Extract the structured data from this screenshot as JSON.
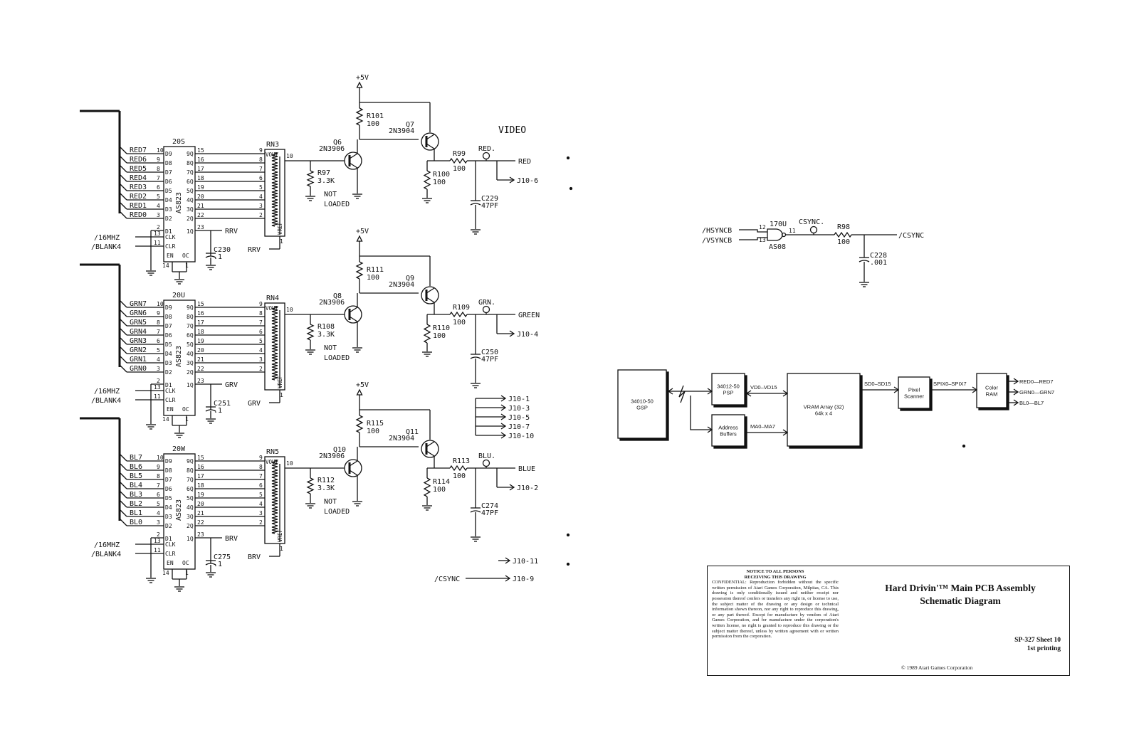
{
  "diagram": {
    "video_label": "VIDEO",
    "supply": "+5V",
    "gnd_note_top": "NOT",
    "gnd_note_bottom": "LOADED",
    "channels": [
      {
        "latch": "20S",
        "latch_type": "AS823",
        "network": "RN3",
        "inputs": [
          "RED7",
          "RED6",
          "RED5",
          "RED4",
          "RED3",
          "RED2",
          "RED1",
          "RED0"
        ],
        "latch_in_pins": [
          "10",
          "9",
          "8",
          "7",
          "6",
          "5",
          "4",
          "3"
        ],
        "latch_in_names": [
          "D9",
          "D8",
          "D7",
          "D6",
          "D5",
          "D4",
          "D3",
          "D2"
        ],
        "latch_out_names": [
          "9Q",
          "8Q",
          "7Q",
          "6Q",
          "5Q",
          "4Q",
          "3Q",
          "2Q"
        ],
        "latch_out_pins": [
          "15",
          "16",
          "17",
          "18",
          "19",
          "20",
          "21",
          "22"
        ],
        "rn_pins": [
          "9",
          "8",
          "7",
          "6",
          "5",
          "4",
          "3",
          "2"
        ],
        "d1_pin": "2",
        "d1_name": "D1",
        "q1_name": "1Q",
        "q1_pin": "23",
        "ref_signal": "RRV",
        "ref_signal_2": "RRV",
        "clk_pin": "13",
        "clk_name": "CLK",
        "clk_signal": "/16MHZ",
        "clr_pin": "11",
        "clr_name": "CLR",
        "clr_signal": "/BLANK4",
        "en_name": "EN",
        "oc_name": "OC",
        "en_pin": "14",
        "oc_pin": "1",
        "vout": "VOUT",
        "vout_pin": "10",
        "vref": "VREF",
        "vref_pin": "1",
        "cap_ref": "C230",
        "cap_ref_val": ".1",
        "q_pnp": "Q6",
        "pnp_type": "2N3906",
        "q_npn": "Q7",
        "npn_type": "2N3904",
        "r_top": "R101",
        "r_top_val": "100",
        "r_base": "R97",
        "r_base_val": "3.3K",
        "r_emit": "R100",
        "r_emit_val": "100",
        "r_ser": "R99",
        "r_ser_val": "100",
        "test": "RED.",
        "out": "RED",
        "conn": "J10-6",
        "cap_out": "C229",
        "cap_out_val": "47PF"
      },
      {
        "latch": "20U",
        "latch_type": "AS823",
        "network": "RN4",
        "inputs": [
          "GRN7",
          "GRN6",
          "GRN5",
          "GRN4",
          "GRN3",
          "GRN2",
          "GRN1",
          "GRN0"
        ],
        "latch_in_pins": [
          "10",
          "9",
          "8",
          "7",
          "6",
          "5",
          "4",
          "3"
        ],
        "latch_in_names": [
          "D9",
          "D8",
          "D7",
          "D6",
          "D5",
          "D4",
          "D3",
          "D2"
        ],
        "latch_out_names": [
          "9Q",
          "8Q",
          "7Q",
          "6Q",
          "5Q",
          "4Q",
          "3Q",
          "2Q"
        ],
        "latch_out_pins": [
          "15",
          "16",
          "17",
          "18",
          "19",
          "20",
          "21",
          "22"
        ],
        "rn_pins": [
          "9",
          "8",
          "7",
          "6",
          "5",
          "4",
          "3",
          "2"
        ],
        "d1_pin": "2",
        "d1_name": "D1",
        "q1_name": "1Q",
        "q1_pin": "23",
        "ref_signal": "GRV",
        "ref_signal_2": "GRV",
        "clk_pin": "13",
        "clk_name": "CLK",
        "clk_signal": "/16MHZ",
        "clr_pin": "11",
        "clr_name": "CLR",
        "clr_signal": "/BLANK4",
        "en_name": "EN",
        "oc_name": "OC",
        "en_pin": "14",
        "oc_pin": "1",
        "vout": "VOUT",
        "vout_pin": "10",
        "vref": "VREF",
        "vref_pin": "1",
        "cap_ref": "C251",
        "cap_ref_val": ".1",
        "q_pnp": "Q8",
        "pnp_type": "2N3906",
        "q_npn": "Q9",
        "npn_type": "2N3904",
        "r_top": "R111",
        "r_top_val": "100",
        "r_base": "R108",
        "r_base_val": "3.3K",
        "r_emit": "R110",
        "r_emit_val": "100",
        "r_ser": "R109",
        "r_ser_val": "100",
        "test": "GRN.",
        "out": "GREEN",
        "conn": "J10-4",
        "cap_out": "C250",
        "cap_out_val": "47PF"
      },
      {
        "latch": "20W",
        "latch_type": "AS823",
        "network": "RN5",
        "inputs": [
          "BL7",
          "BL6",
          "BL5",
          "BL4",
          "BL3",
          "BL2",
          "BL1",
          "BL0"
        ],
        "latch_in_pins": [
          "10",
          "9",
          "8",
          "7",
          "6",
          "5",
          "4",
          "3"
        ],
        "latch_in_names": [
          "D9",
          "D8",
          "D7",
          "D6",
          "D5",
          "D4",
          "D3",
          "D2"
        ],
        "latch_out_names": [
          "9Q",
          "8Q",
          "7Q",
          "6Q",
          "5Q",
          "4Q",
          "3Q",
          "2Q"
        ],
        "latch_out_pins": [
          "15",
          "16",
          "17",
          "18",
          "19",
          "20",
          "21",
          "22"
        ],
        "rn_pins": [
          "9",
          "8",
          "7",
          "6",
          "5",
          "4",
          "3",
          "2"
        ],
        "d1_pin": "2",
        "d1_name": "D1",
        "q1_name": "1Q",
        "q1_pin": "23",
        "ref_signal": "BRV",
        "ref_signal_2": "BRV",
        "clk_pin": "13",
        "clk_name": "CLK",
        "clk_signal": "/16MHZ",
        "clr_pin": "11",
        "clr_name": "CLR",
        "clr_signal": "/BLANK4",
        "en_name": "EN",
        "oc_name": "OC",
        "en_pin": "14",
        "oc_pin": "1",
        "vout": "VOUT",
        "vout_pin": "10",
        "vref": "VREF",
        "vref_pin": "1",
        "cap_ref": "C275",
        "cap_ref_val": ".1",
        "q_pnp": "Q10",
        "pnp_type": "2N3906",
        "q_npn": "Q11",
        "npn_type": "2N3904",
        "r_top": "R115",
        "r_top_val": "100",
        "r_base": "R112",
        "r_base_val": "3.3K",
        "r_emit": "R114",
        "r_emit_val": "100",
        "r_ser": "R113",
        "r_ser_val": "100",
        "test": "BLU.",
        "out": "BLUE",
        "conn": "J10-2",
        "cap_out": "C274",
        "cap_out_val": "47PF"
      }
    ],
    "ground_connectors": [
      "J10-1",
      "J10-3",
      "J10-5",
      "J10-7",
      "J10-10"
    ],
    "conn_j10_11": "J10-11",
    "csync_bottom_signal": "/CSYNC",
    "conn_j10_9": "J10-9",
    "sync_section": {
      "in1": "/HSYNCB",
      "in2": "/VSYNCB",
      "pin_a": "12",
      "pin_b": "13",
      "pin_out": "11",
      "gate": "170U",
      "gate_type": "AS08",
      "test": "CSYNC.",
      "res": "R98",
      "res_val": "100",
      "out": "/CSYNC",
      "cap": "C228",
      "cap_val": ".001"
    },
    "block_diagram": {
      "gsp": [
        "34010-50",
        "GSP"
      ],
      "psp": [
        "34012-50",
        "PSP"
      ],
      "addr": [
        "Address",
        "Buffers"
      ],
      "vram": [
        "VRAM Array (32)",
        "64k x 4"
      ],
      "scanner": [
        "Pixel",
        "Scanner"
      ],
      "cram": [
        "Color",
        "RAM"
      ],
      "bus_vd": "VD0–VD15",
      "bus_ma": "MA0–MA7",
      "bus_sd": "SD0–SD15",
      "bus_spix": "SPIX0–SPIX7",
      "outputs": [
        "RED0—RED7",
        "GRN0—GRN7",
        "BL0—BL7"
      ]
    }
  },
  "title_block": {
    "notice_heading_1": "NOTICE TO ALL PERSONS",
    "notice_heading_2": "RECEIVING THIS DRAWING",
    "notice_body": "CONFIDENTIAL: Reproduction forbidden without the specific written permission of Atari Games Corporation, Milpitas, CA. This drawing is only conditionally issued and neither receipt nor possession thereof confers or transfers any right in, or license to use, the subject matter of the drawing or any design or technical information shown thereon, nor any right to reproduce this drawing, or any part thereof. Except for manufacture by vendors of Atari Games Corporation, and for manufacture under the corporation's written license, no right is granted to reproduce this drawing or the subject matter thereof, unless by written agreement with or written permission from the corporation.",
    "title_line_1": "Hard Drivin'™ Main PCB Assembly",
    "title_line_2": "Schematic Diagram",
    "sheet_line_1": "SP-327  Sheet 10",
    "sheet_line_2": "1st printing",
    "copyright": "© 1989 Atari Games Corporation"
  }
}
